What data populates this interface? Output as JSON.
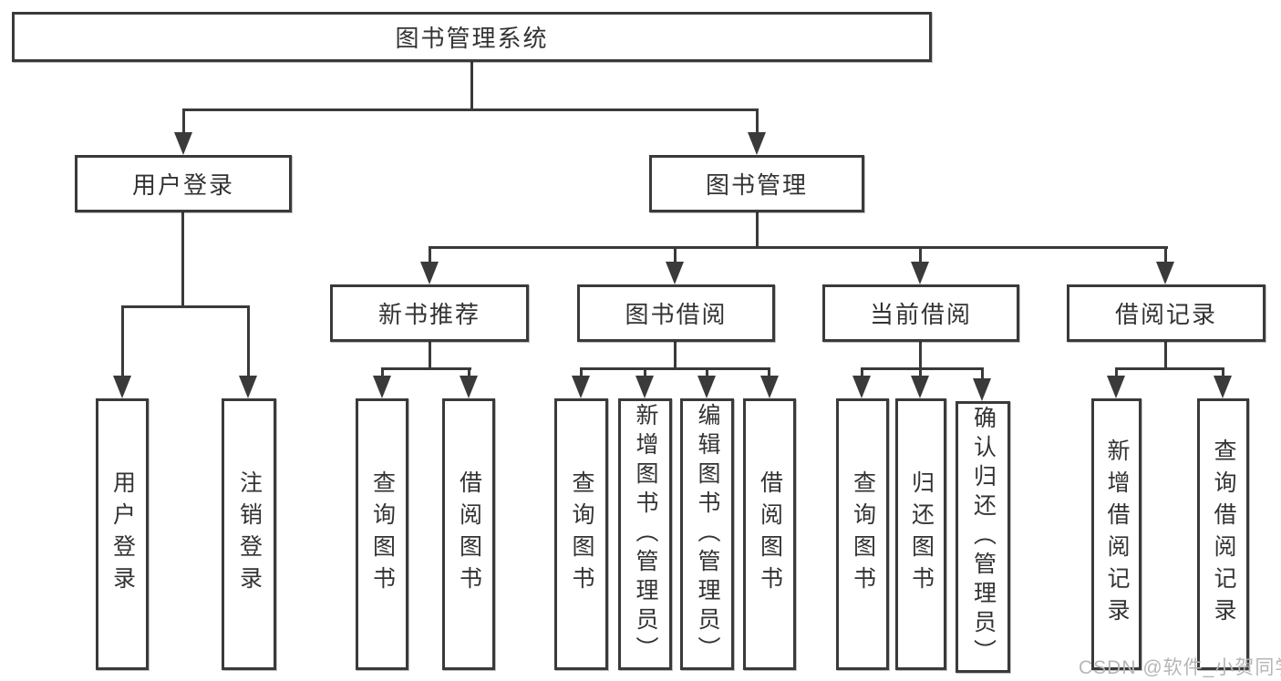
{
  "tree": {
    "root": {
      "label": "图书管理系统",
      "children": [
        {
          "label": "用户登录",
          "children": [
            {
              "label": "用户登录"
            },
            {
              "label": "注销登录"
            }
          ]
        },
        {
          "label": "图书管理",
          "children": [
            {
              "label": "新书推荐",
              "children": [
                {
                  "label": "查询图书"
                },
                {
                  "label": "借阅图书"
                }
              ]
            },
            {
              "label": "图书借阅",
              "children": [
                {
                  "label": "查询图书"
                },
                {
                  "label": "新增图书（管理员）"
                },
                {
                  "label": "编辑图书（管理员）"
                },
                {
                  "label": "借阅图书"
                }
              ]
            },
            {
              "label": "当前借阅",
              "children": [
                {
                  "label": "查询图书"
                },
                {
                  "label": "归还图书"
                },
                {
                  "label": "确认归还（管理员）"
                }
              ]
            },
            {
              "label": "借阅记录",
              "children": [
                {
                  "label": "新增借阅记录"
                },
                {
                  "label": "查询借阅记录"
                }
              ]
            }
          ]
        }
      ]
    }
  },
  "watermark": "CSDN @软件_小贺同学",
  "colors": {
    "line": "#3a3a3a",
    "box_background": "#ffffff",
    "text": "#333333",
    "watermark": "#b6b6b6"
  }
}
